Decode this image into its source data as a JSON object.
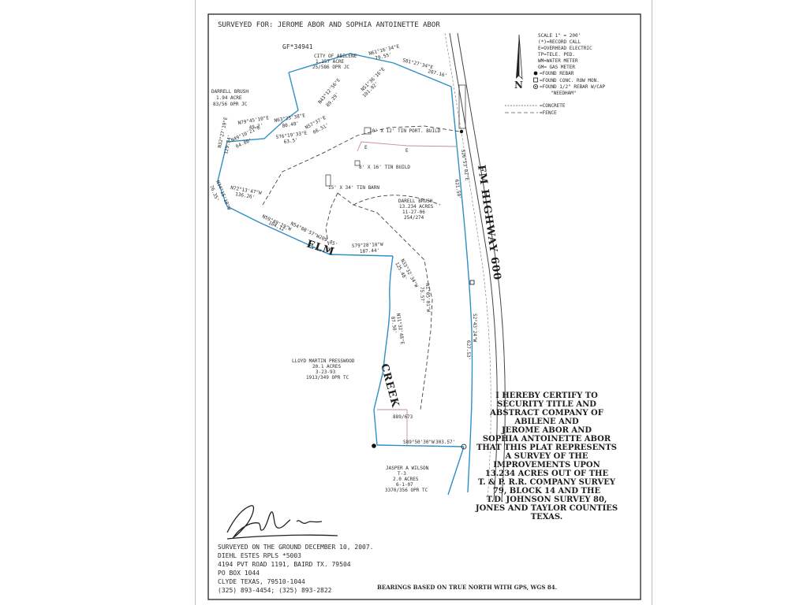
{
  "header": {
    "title": "SURVEYED FOR: JEROME ABOR AND SOPHIA ANTOINETTE ABOR"
  },
  "gf_number": "GF*34941",
  "legend": {
    "scale": "SCALE 1\" = 200'",
    "items": [
      "(*)=RECORD CALL",
      "E=OVERHEAD ELECTRIC",
      "TP=TELE. PED.",
      "WM=WATER METER",
      "GM= GAS METER",
      "=FOUND REBAR",
      "=FOUND CONC. ROW MON.",
      "=FOUND 1/2\" REBAR W/CAP",
      "\"NEEDHAM\""
    ],
    "concrete": "=CONCRETE",
    "fence": "=FENCE"
  },
  "parcels": {
    "city": [
      "CITY OF ABILENE",
      "1.157 ACRE",
      "25/586 OPR JC"
    ],
    "brush_west": [
      "DARRELL BRUSH",
      "1.94 ACRE",
      "83/56 OPR JC"
    ],
    "main": [
      "DARELL BRUSH",
      "13.234 ACRES",
      "11-27-06",
      "254/274"
    ],
    "pressley": [
      "LLOYD MARTIN PRESSWOOD",
      "20.1 ACRES",
      "3-23-93",
      "1913/349 OPR TC"
    ],
    "wilson": [
      "JASPER A WILSON",
      "T-3",
      "2.0 ACRES",
      "6-1-07",
      "3370/356 OPR TC"
    ]
  },
  "bearings": {
    "b1": "N61°16'34\"E",
    "d1": "79.55'",
    "b2": "S81°27'34\"E",
    "d2": "207.16'",
    "b3": "N43°12'56\"E",
    "d3": "89.29'",
    "b4": "N51°36'16\"E",
    "d4": "101.92'",
    "b5": "N79°45'10\"E",
    "d5": "49.2'",
    "b6": "N63°23'38\"E",
    "d6": "80.48'",
    "b7": "N49°10'21\"E",
    "d7": "64.80'",
    "b8": "S76°19'33\"E",
    "d8": "63.5'",
    "b9": "N57°37'E",
    "d9": "66.51'",
    "b10": "N72°13'47\"W",
    "d10": "136.26'",
    "b11": "N59°49'29\"W",
    "d11": "104.12'",
    "b12": "N54°08'57\"W",
    "d12": "209.85'",
    "b13": "S79°28'10\"W",
    "d13": "187.44'",
    "b14": "N33°32'34\"W",
    "d14": "125.48'",
    "b15": "N1°05'01\"W",
    "d15": "75.57'",
    "b16": "N11°32'48\"E",
    "d16": "87.50'",
    "b17": "S26°53'02\"E",
    "d17": "621.50'",
    "b18": "S2°43'24\"W",
    "d18": "627.53'",
    "b19": "S89°50'30\"W",
    "d19": "303.57'",
    "deed": "889/673",
    "far_w1": "N32°27'19\"E",
    "far_d1": "129.34'",
    "far_w2": "N34°15'10\"W",
    "far_d2": "76.35'"
  },
  "structures": {
    "build1": "10' X 12' TIN PORT. BUILD",
    "build2": "8' X 16' TIN BUILD",
    "barn": "15' X 34' TIN BARN",
    "e": "E"
  },
  "features": {
    "road": "FM HIGHWAY 600",
    "elm": "ELM",
    "creek": "CREEK"
  },
  "certification": [
    "I HEREBY CERTIFY TO",
    "SECURITY TITLE AND",
    "ABSTRACT COMPANY OF",
    "ABILENE AND",
    "JEROME ABOR AND",
    "SOPHIA ANTOINETTE ABOR",
    "THAT THIS PLAT REPRESENTS",
    "A SURVEY OF THE",
    "IMPROVEMENTS UPON",
    "13.234 ACRES OUT OF THE",
    "T. & P. R.R. COMPANY SURVEY",
    "79, BLOCK 14 AND THE",
    "T.D. JOHNSON SURVEY 80,",
    "JONES AND TAYLOR COUNTIES",
    "TEXAS."
  ],
  "surveyor": [
    "SURVEYED ON THE GROUND DECEMBER 10, 2007.",
    "DIEHL ESTES RPLS *5003",
    "4194 PVT ROAD 1191, BAIRD TX. 79504",
    "PO BOX 1044",
    "CLYDE TEXAS, 79510-1044",
    "(325) 893-4454; (325) 893-2822"
  ],
  "footer": "BEARINGS BASED ON TRUE NORTH WITH GPS, WGS 84.",
  "colors": {
    "boundary": "#2e8fc4",
    "ink": "#2b2b2b",
    "pink": "#c98a9a"
  }
}
